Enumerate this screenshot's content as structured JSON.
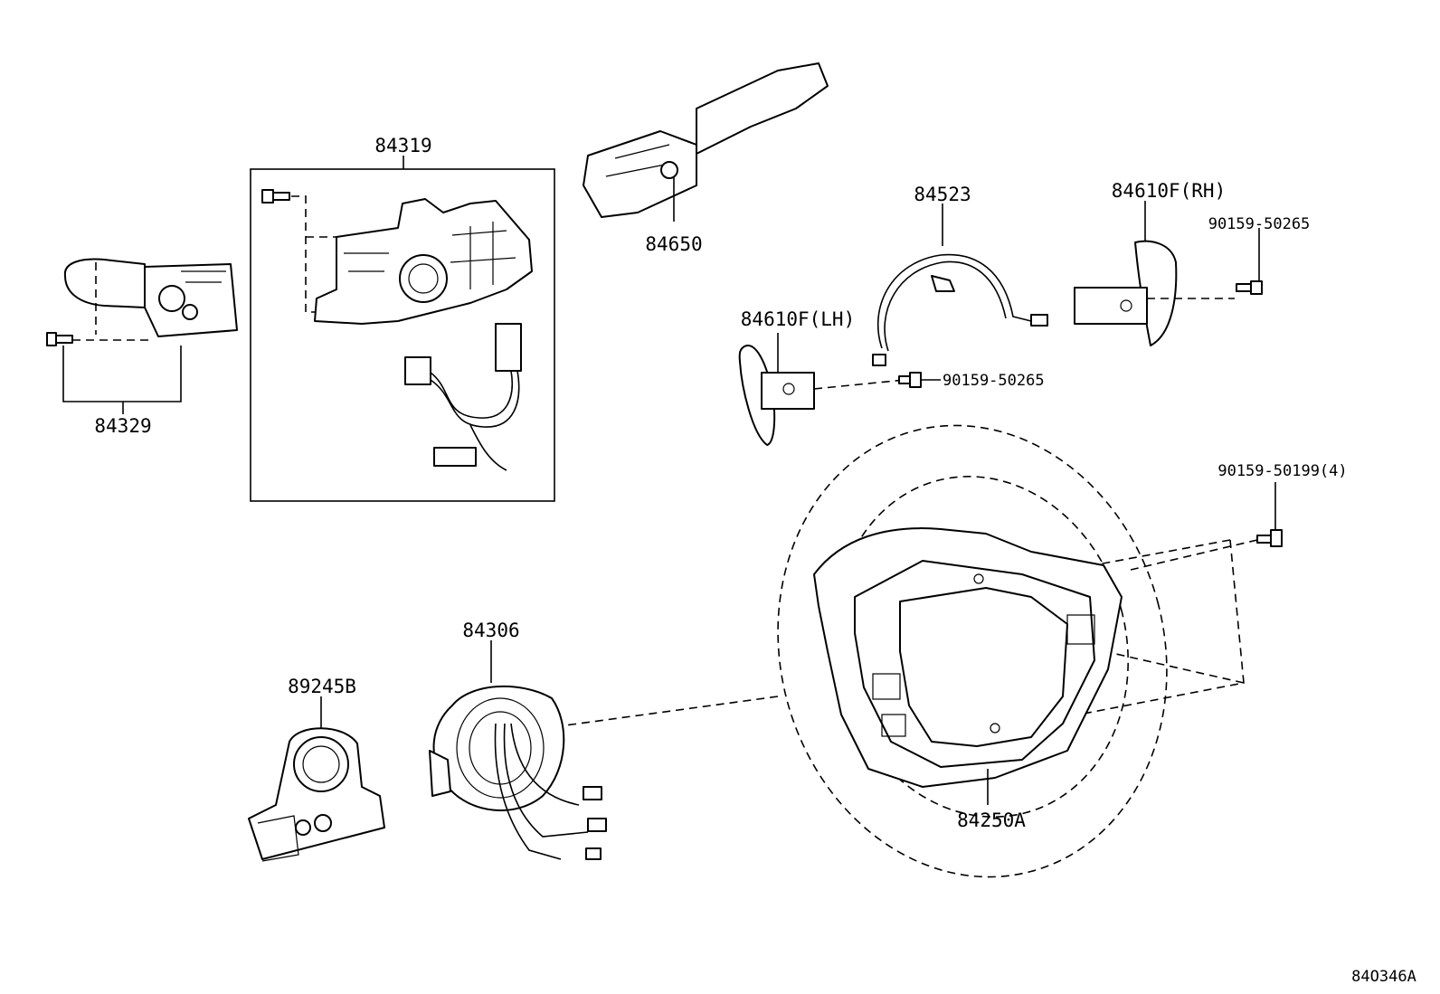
{
  "parts": {
    "p84319": "84319",
    "p84329": "84329",
    "p84650": "84650",
    "p84523": "84523",
    "p84610_rh": "84610F(RH)",
    "p90159_50265_a": "90159-50265",
    "p84610_lh": "84610F(LH)",
    "p90159_50265_b": "90159-50265",
    "p90159_50199": "90159-50199(4)",
    "p84306": "84306",
    "p89245b": "89245B",
    "p84250a": "84250A"
  },
  "diagram_code": "84O346A"
}
